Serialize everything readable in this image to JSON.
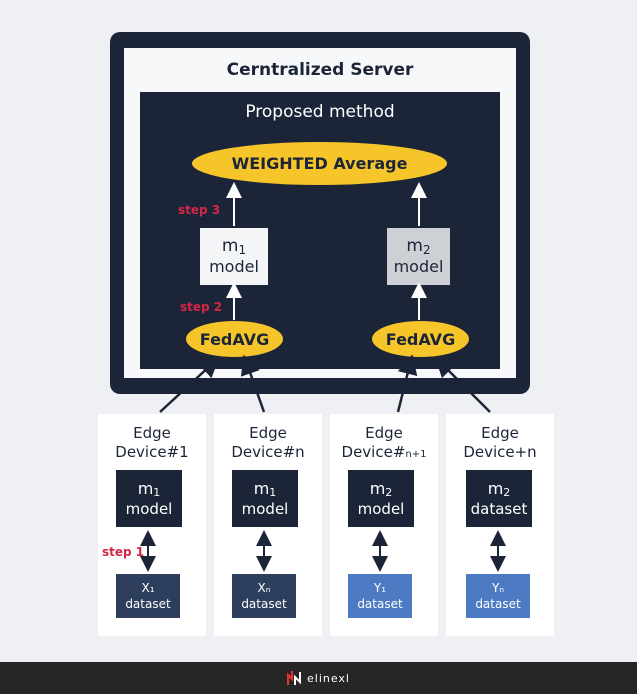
{
  "server": {
    "title": "Cerntralized Server"
  },
  "method": {
    "title": "Proposed method"
  },
  "weighted_average": {
    "label": "WEIGHTED Average"
  },
  "fedavg": [
    {
      "label": "FedAVG"
    },
    {
      "label": "FedAVG"
    }
  ],
  "server_models": [
    {
      "m": "m",
      "sub": "1",
      "label": "model"
    },
    {
      "m": "m",
      "sub": "2",
      "label": "model"
    }
  ],
  "steps": {
    "step1": "step 1",
    "step2": "step 2",
    "step3": "step 3"
  },
  "devices": [
    {
      "line1": "Edge",
      "line2": "Device#1",
      "sub": "",
      "model_m": "m",
      "model_sub": "1",
      "model_label": "model",
      "data_var": "X₁",
      "data_label": "dataset"
    },
    {
      "line1": "Edge",
      "line2": "Device#n",
      "sub": "",
      "model_m": "m",
      "model_sub": "1",
      "model_label": "model",
      "data_var": "Xₙ",
      "data_label": "dataset"
    },
    {
      "line1": "Edge",
      "line2": "Device#",
      "sub": "n+1",
      "model_m": "m",
      "model_sub": "2",
      "model_label": "model",
      "data_var": "Y₁",
      "data_label": "dataset"
    },
    {
      "line1": "Edge",
      "line2": "Device+n",
      "sub": "",
      "model_m": "m",
      "model_sub": "2",
      "model_label": "dataset",
      "data_var": "Yₙ",
      "data_label": "dataset"
    }
  ],
  "footer": {
    "brand": "elinexl"
  },
  "colors": {
    "navy": "#1c2538",
    "ellipse_yellow": "#f6c52a",
    "step_red": "#d62646",
    "dataset_dark": "#2e3f5e",
    "dataset_light": "#4d7bc3",
    "logo_red": "#e5322d"
  }
}
